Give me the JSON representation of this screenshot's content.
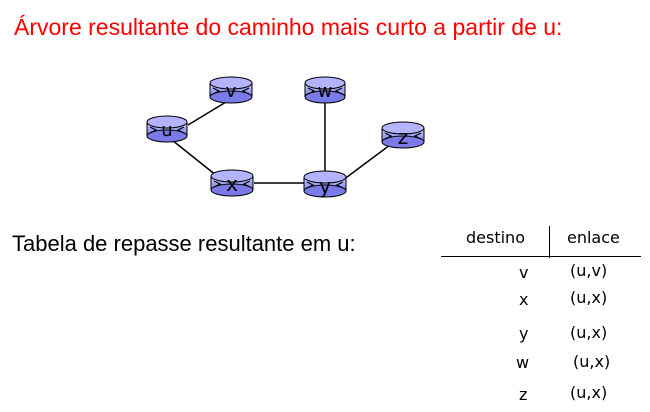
{
  "title": "Árvore resultante do caminho mais curto a partir de u:",
  "table_label": "Tabela de repasse resultante em u:",
  "graph": {
    "nodes": [
      {
        "id": "u",
        "label": "u"
      },
      {
        "id": "v",
        "label": "v"
      },
      {
        "id": "w",
        "label": "w"
      },
      {
        "id": "x",
        "label": "x"
      },
      {
        "id": "y",
        "label": "y"
      },
      {
        "id": "z",
        "label": "z"
      }
    ],
    "edges": [
      [
        "u",
        "v"
      ],
      [
        "u",
        "x"
      ],
      [
        "x",
        "y"
      ],
      [
        "y",
        "w"
      ],
      [
        "y",
        "z"
      ]
    ],
    "node_color": "#9999ff"
  },
  "table": {
    "headers": {
      "destination": "destino",
      "link": "enlace"
    },
    "rows": [
      {
        "destination": "v",
        "link": "(u,v)"
      },
      {
        "destination": "x",
        "link": "(u,x)"
      },
      {
        "destination": "y",
        "link": "(u,x)"
      },
      {
        "destination": "w",
        "link": "(u,x)"
      },
      {
        "destination": "z",
        "link": "(u,x)"
      }
    ]
  }
}
